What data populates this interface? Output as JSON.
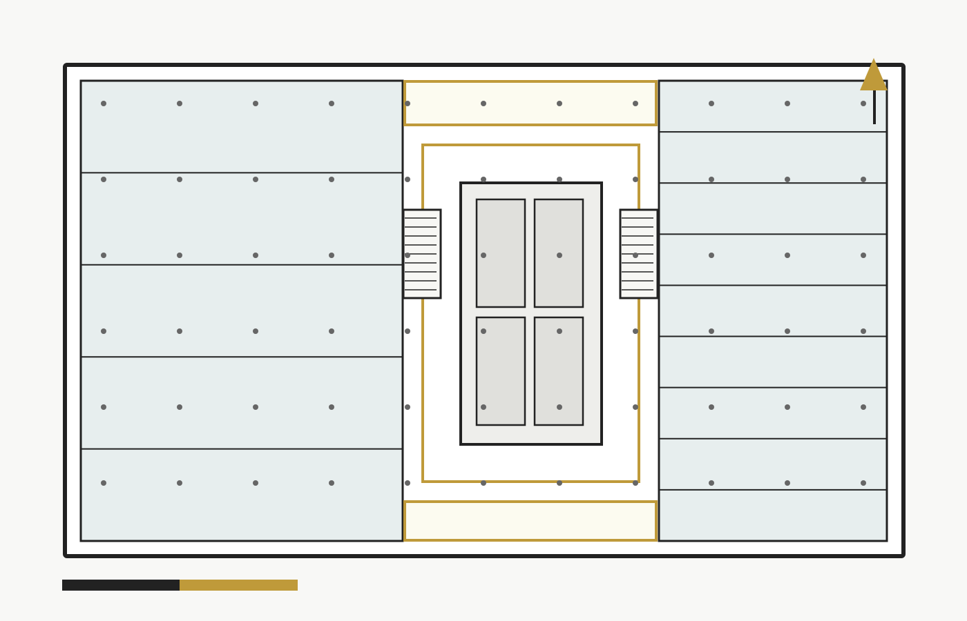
{
  "colors": {
    "background": "#f8f8f6",
    "building_outline": "#222222",
    "building_fill": "#ffffff",
    "office_fill": "#e7eeee",
    "division_line": "#222222",
    "core_accent": "#bf9a3a",
    "core_band_fill": "#fcfbf0",
    "core_box_fill": "#eeeeeb",
    "core_panel_fill": "#e0e0dc",
    "stair_fill": "#f7f7f4",
    "grid_dot": "#666666",
    "scale_dark": "#222222",
    "scale_light": "#bf9a3a"
  },
  "diagram": {
    "grid": {
      "columns": 11,
      "rows": 6
    },
    "left_wing": {
      "bays": 5
    },
    "right_wing": {
      "bays": 9
    },
    "core": {
      "panels": 4,
      "stair_treads": 9
    },
    "north_arrow": {
      "icon": "north-arrow-icon"
    },
    "scale_bar": {
      "segments": 2
    }
  }
}
